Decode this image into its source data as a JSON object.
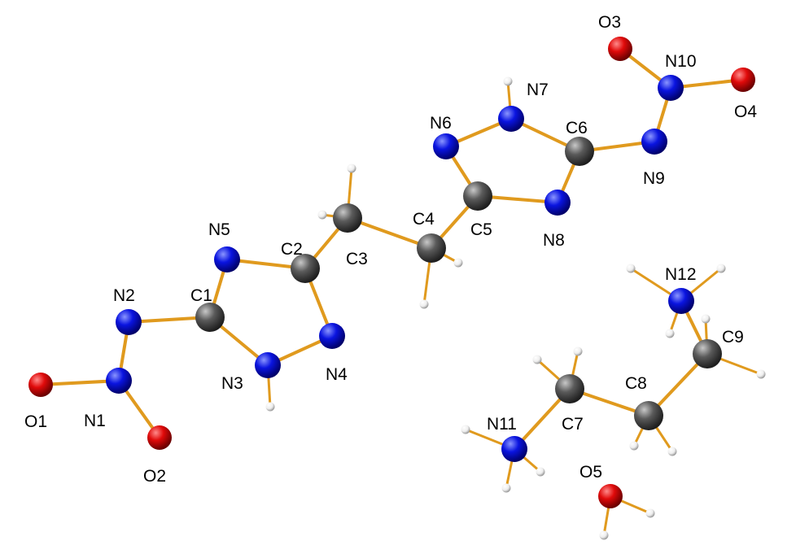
{
  "colors": {
    "bond": "#E09A1E",
    "carbon": "#555555",
    "nitrogen": "#0A14E0",
    "oxygen": "#E00A0A",
    "hydrogen": "#F2F2F2"
  },
  "atoms": [
    {
      "id": "O1",
      "element": "O"
    },
    {
      "id": "N1",
      "element": "N"
    },
    {
      "id": "O2",
      "element": "O"
    },
    {
      "id": "N2",
      "element": "N"
    },
    {
      "id": "C1",
      "element": "C"
    },
    {
      "id": "N5",
      "element": "N"
    },
    {
      "id": "N3",
      "element": "N"
    },
    {
      "id": "C2",
      "element": "C"
    },
    {
      "id": "N4",
      "element": "N"
    },
    {
      "id": "C3",
      "element": "C"
    },
    {
      "id": "C4",
      "element": "C"
    },
    {
      "id": "C5",
      "element": "C"
    },
    {
      "id": "N6",
      "element": "N"
    },
    {
      "id": "N7",
      "element": "N"
    },
    {
      "id": "C6",
      "element": "C"
    },
    {
      "id": "N8",
      "element": "N"
    },
    {
      "id": "N9",
      "element": "N"
    },
    {
      "id": "N10",
      "element": "N"
    },
    {
      "id": "O3",
      "element": "O"
    },
    {
      "id": "O4",
      "element": "O"
    },
    {
      "id": "N12",
      "element": "N"
    },
    {
      "id": "C9",
      "element": "C"
    },
    {
      "id": "C8",
      "element": "C"
    },
    {
      "id": "C7",
      "element": "C"
    },
    {
      "id": "N11",
      "element": "N"
    },
    {
      "id": "O5",
      "element": "O"
    }
  ]
}
